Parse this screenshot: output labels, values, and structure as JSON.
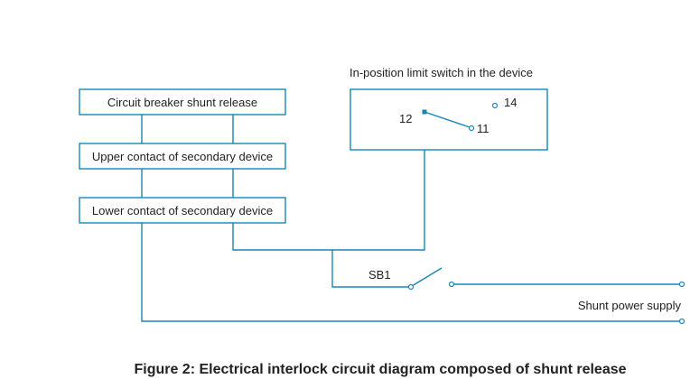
{
  "diagram": {
    "boxes": {
      "shunt_release": "Circuit breaker shunt release",
      "upper_contact": "Upper contact of secondary device",
      "lower_contact": "Lower contact of secondary device"
    },
    "limit_switch": {
      "title": "In-position limit switch in the device",
      "terminal_12": "12",
      "terminal_14": "14",
      "terminal_11": "11"
    },
    "switch_sb1": "SB1",
    "power_supply": "Shunt power supply",
    "caption": "Figure 2: Electrical interlock circuit diagram composed of shunt release",
    "colors": {
      "line": "#1a86b3",
      "text": "#222222"
    }
  }
}
